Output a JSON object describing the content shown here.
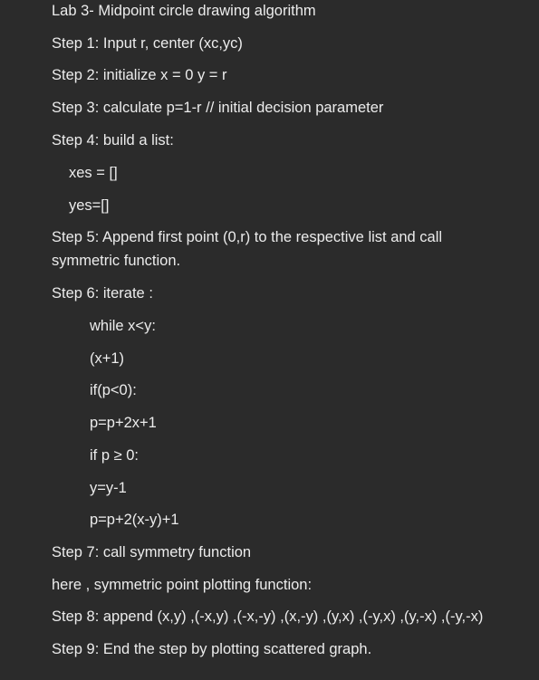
{
  "title": "Lab 3- Midpoint circle drawing algorithm",
  "lines": [
    "Step 1: Input r, center (xc,yc)",
    "Step 2: initialize x = 0 y = r",
    "Step 3: calculate p=1-r // initial decision parameter",
    "Step 4: build a list:",
    "xes = []",
    "yes=[]",
    "Step 5: Append first point (0,r) to the respective list and  call symmetric function.",
    "Step 6: iterate :",
    "while x<y:",
    "(x+1)",
    "if(p<0):",
    "p=p+2x+1",
    "if p ≥ 0:",
    "y=y-1",
    "p=p+2(x-y)+1",
    "Step 7: call symmetry function",
    "here , symmetric point plotting function:",
    "Step 8: append (x,y) ,(-x,y) ,(-x,-y) ,(x,-y) ,(y,x) ,(-y,x) ,(y,-x) ,(-y,-x)",
    "Step 9: End the step by plotting scattered graph."
  ]
}
